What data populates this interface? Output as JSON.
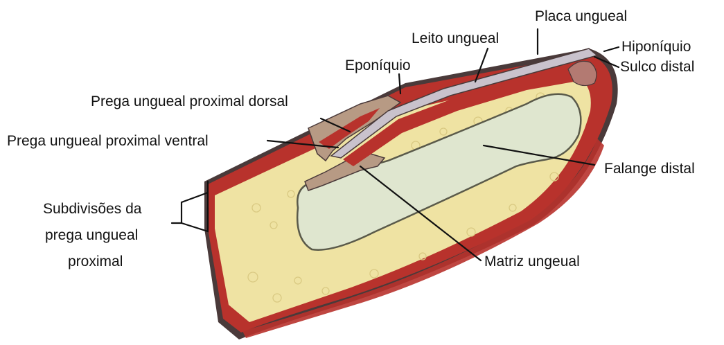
{
  "diagram": {
    "labels": {
      "placa": "Placa ungueal",
      "leito": "Leito ungueal",
      "hiponiquio": "Hiponíquio",
      "sulco": "Sulco distal",
      "eponiquio": "Eponíquio",
      "prega_dorsal": "Prega ungueal proximal dorsal",
      "prega_ventral": "Prega ungueal proximal ventral",
      "falange": "Falange distal",
      "subdiv_line1": "Subdivisões da",
      "subdiv_line2": "prega ungueal",
      "subdiv_line3": "proximal",
      "matriz": "Matriz ungeual"
    },
    "colors": {
      "skin_outline": "#4a3a3a",
      "dermis_red": "#b8322c",
      "fat_yellow": "#efe3a3",
      "bone": "#dfe6cf",
      "nail_plate": "#c9c2cc",
      "matrix": "#b79a84"
    }
  }
}
